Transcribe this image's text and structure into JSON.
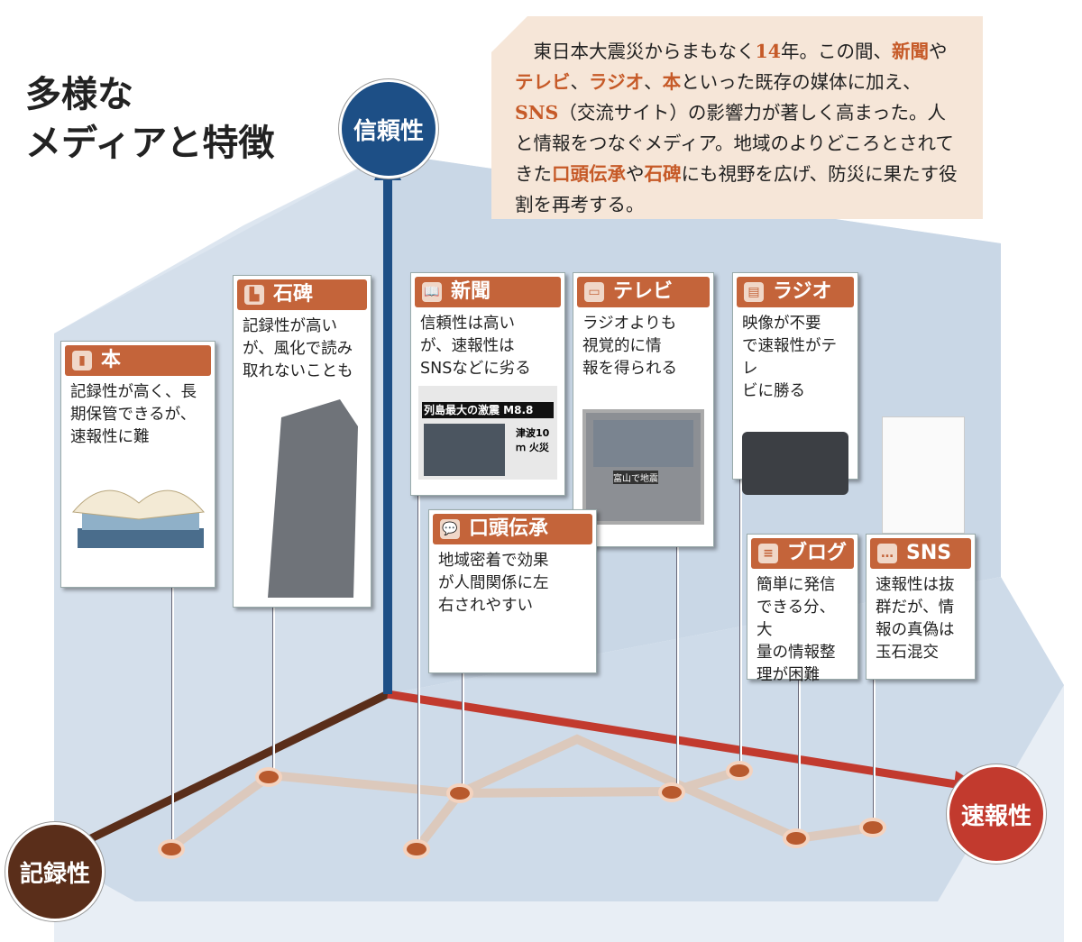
{
  "title": {
    "line1": "多様な",
    "line2": "メディアと特徴"
  },
  "intro": [
    {
      "t": "東日本大震災からまもなく",
      "hl": false
    },
    {
      "t": "14",
      "hl": true
    },
    {
      "t": "年。この間、",
      "hl": false
    },
    {
      "t": "新聞",
      "hl": true
    },
    {
      "t": "や",
      "hl": false
    },
    {
      "t": "テレビ",
      "hl": true
    },
    {
      "t": "、",
      "hl": false
    },
    {
      "t": "ラジオ",
      "hl": true
    },
    {
      "t": "、",
      "hl": false
    },
    {
      "t": "本",
      "hl": true
    },
    {
      "t": "といった既存の媒体に加え、",
      "hl": false
    },
    {
      "t": "SNS",
      "hl": true
    },
    {
      "t": "（交流サイト）の影響力が著しく高まった。人と情報をつなぐメディア。地域のよりどころとされてきた",
      "hl": false
    },
    {
      "t": "口頭伝承",
      "hl": true
    },
    {
      "t": "や",
      "hl": false
    },
    {
      "t": "石碑",
      "hl": true
    },
    {
      "t": "にも視野を広げ、防災に果たす役割を再考する。",
      "hl": false
    }
  ],
  "axes": {
    "reliability": "信頼性",
    "record": "記録性",
    "speed": "速報性"
  },
  "colors": {
    "reliability": "#1d4f86",
    "record": "#5a2e1a",
    "speed": "#c23a2e",
    "accent": "#c4643a"
  },
  "cards": {
    "book": {
      "label": "本",
      "icon": "book-icon",
      "lines": [
        "記録性が高く、長",
        "期保管できるが、",
        "速報性に難"
      ]
    },
    "stone": {
      "label": "石碑",
      "icon": "stone-monument-icon",
      "lines": [
        "記録性が高い",
        "が、風化で読み",
        "取れないことも"
      ]
    },
    "newspaper": {
      "label": "新聞",
      "icon": "open-book-icon",
      "lines": [
        "信頼性は高い",
        "が、速報性は",
        "SNSなどに劣る"
      ],
      "headline": "列島最大の激震 M8.8",
      "sub": "津波10ｍ 火災"
    },
    "tv": {
      "label": "テレビ",
      "icon": "tv-icon",
      "lines": [
        "ラジオよりも",
        "視覚的に情",
        "報を得られる"
      ],
      "screen": "富山で地震"
    },
    "radio": {
      "label": "ラジオ",
      "icon": "radio-icon",
      "lines": [
        "映像が不要",
        "で速報性がテレ",
        "ビに勝る"
      ]
    },
    "oral": {
      "label": "口頭伝承",
      "icon": "speech-icon",
      "lines": [
        "地域密着で効果",
        "が人間関係に左",
        "右されやすい"
      ]
    },
    "blog": {
      "label": "ブログ",
      "icon": "document-icon",
      "lines": [
        "簡単に発信",
        "できる分、大",
        "量の情報整",
        "理が困難"
      ]
    },
    "sns": {
      "label": "SNS",
      "icon": "chat-bubble-icon",
      "lines": [
        "速報性は抜",
        "群だが、情",
        "報の真偽は",
        "玉石混交"
      ]
    }
  }
}
